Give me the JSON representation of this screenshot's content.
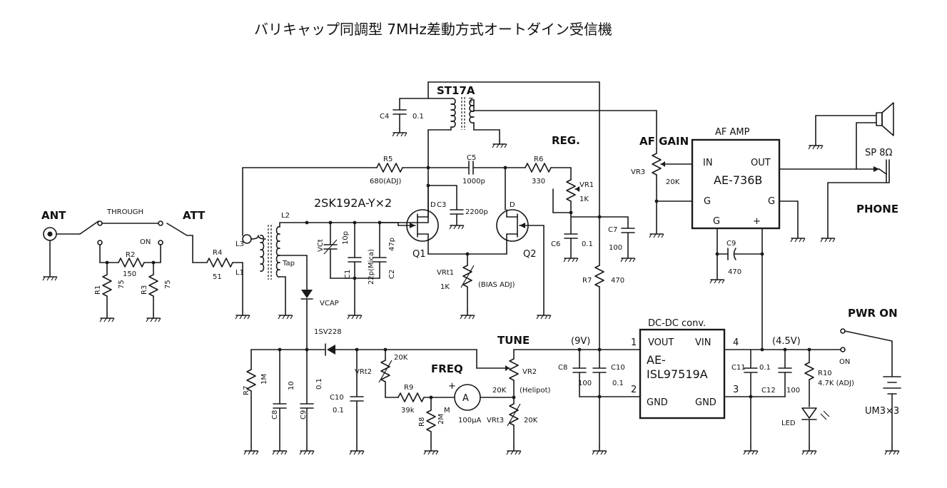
{
  "title": "バリキャップ同調型 7MHz差動方式オートダイン受信機",
  "labels": {
    "ant": "ANT",
    "through": "THROUGH",
    "att": "ATT",
    "on_att": "ON",
    "r1": "R1",
    "r1_val": "75",
    "r2": "R2",
    "r2_val": "150",
    "r3": "R3",
    "r3_val": "75",
    "r4": "R4",
    "r4_val": "51",
    "l1": "L1",
    "l2": "L2",
    "l3": "L3",
    "tap": "Tap",
    "vct": "VCt",
    "vct_val": "10p",
    "c1": "C1",
    "c1_val": "22p(Mica)",
    "c2": "C2",
    "c2_val": "47p",
    "vcap": "VCAP",
    "vcap_part": "1SV228",
    "st17a": "ST17A",
    "t": "T",
    "c4": "C4",
    "c4_val": "0.1",
    "r5": "R5",
    "r5_val": "680(ADJ)",
    "c5": "C5",
    "c5_val": "1000p",
    "r6": "R6",
    "r6_val": "330",
    "reg": "REG.",
    "vr1": "VR1",
    "vr1_val": "1K",
    "c3": "C3",
    "c3_val": "2200p",
    "fet": "2SK192A-Y×2",
    "d1": "D",
    "d2": "D",
    "q1": "Q1",
    "q2": "Q2",
    "vrt1": "VRt1",
    "vrt1_val": "1K",
    "bias": "(BIAS ADJ)",
    "c6": "C6",
    "c6_val": "0.1",
    "c7": "C7",
    "c7_val": "100",
    "r7_top": "R7",
    "r7_top_val": "470",
    "afgain": "AF GAIN",
    "vr3": "VR3",
    "vr3_val": "20K",
    "afamp": "AF AMP",
    "afamp_in": "IN",
    "afamp_out": "OUT",
    "afamp_g1": "G",
    "afamp_g2": "G",
    "afamp_g3": "G",
    "afamp_plus": "+",
    "afamp_part": "AE-736B",
    "c9_top": "C9",
    "c9_top_val": "470",
    "sp": "SP 8Ω",
    "phone": "PHONE",
    "dcdc": "DC-DC conv.",
    "dcdc_vout": "VOUT",
    "dcdc_vin": "VIN",
    "dcdc_gnd1": "GND",
    "dcdc_gnd2": "GND",
    "dcdc_part1": "AE-",
    "dcdc_part2": "ISL97519A",
    "pin1": "1",
    "pin2": "2",
    "pin3": "3",
    "pin4": "4",
    "v9": "(9V)",
    "v45": "(4.5V)",
    "c8_mid": "C8",
    "c8_mid_val": "100",
    "c10_mid": "C10",
    "c10_mid_val": "0.1",
    "c11": "C11",
    "c11_val": "0.1",
    "c12": "C12",
    "c12_val": "100",
    "r10": "R10",
    "r10_val": "4.7K (ADJ)",
    "led": "LED",
    "pwron": "PWR ON",
    "on_pwr": "ON",
    "battery": "UM3×3",
    "tune": "TUNE",
    "vr2": "VR2",
    "vr2_val": "20K",
    "helipot": "(Helipot)",
    "freq": "FREQ",
    "vrt2": "VRt2",
    "vrt2_val": "20K",
    "r9": "R9",
    "r9_val": "39k",
    "r8": "R8",
    "r8_val": "2M",
    "meter_m": "M",
    "meter_val": "100μA",
    "meter_sym": "A",
    "meter_plus": "+",
    "vrt3": "VRt3",
    "vrt3_val": "20K",
    "r7_bot": "R7",
    "r7_bot_val": "1M",
    "c8_bot": "C8",
    "c8_bot_val": "10",
    "c9_bot": "C9",
    "c9_bot_val": "0.1",
    "c10_bot": "C10",
    "c10_bot_val": "0.1"
  }
}
